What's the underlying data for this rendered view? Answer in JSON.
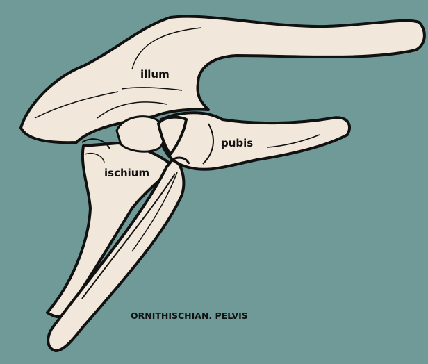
{
  "colors": {
    "background": "#6f9a98",
    "bone_fill": "#f1e7da",
    "outline": "#111111"
  },
  "labels": {
    "ilium": "illum",
    "pubis": "pubis",
    "ischium": "ischium",
    "caption": "ORNITHISCHIAN. PELVIS"
  }
}
